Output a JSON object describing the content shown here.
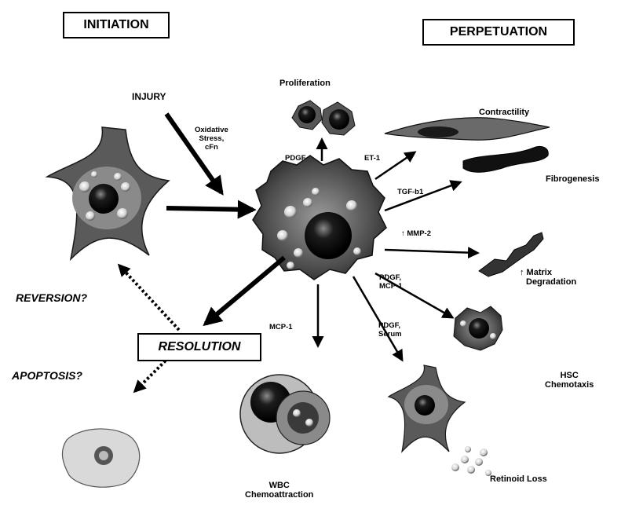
{
  "stages": {
    "initiation": "INITIATION",
    "perpetuation": "PERPETUATION",
    "resolution": "RESOLUTION"
  },
  "labels": {
    "injury": "INJURY",
    "oxidative": [
      "Oxidative",
      "Stress,",
      "cFn"
    ],
    "pdgf_prolif": "PDGF",
    "proliferation": "Proliferation",
    "et1": "ET-1",
    "contractility": "Contractility",
    "tgf": "TGF-b1",
    "fibrogenesis": "Fibrogenesis",
    "mmp2": "↑ MMP-2",
    "matrix": [
      "↑  Matrix",
      "Degradation"
    ],
    "pdgf_mcp": [
      "PDGF,",
      "MCP-1"
    ],
    "hsc": [
      "HSC",
      "Chemotaxis"
    ],
    "pdgf_serum": [
      "PDGF,",
      "Serum"
    ],
    "retinoid": "Retinoid Loss",
    "mcp1": "MCP-1",
    "wbc": [
      "WBC",
      "Chemoattraction"
    ],
    "reversion": "REVERSION?",
    "apoptosis": "APOPTOSIS?"
  },
  "colors": {
    "ink": "#000000",
    "cell_dark": "#2a2a2a",
    "cell_mid": "#6e6e6e",
    "cell_light": "#c8c8c8"
  }
}
